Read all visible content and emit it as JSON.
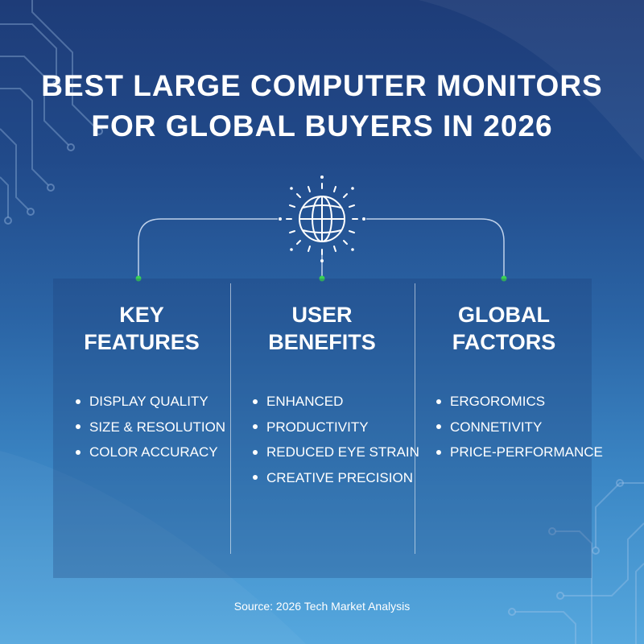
{
  "title": {
    "line1": "BEST LARGE COMPUTER MONITORS",
    "line2": "FOR GLOBAL BUYERS IN 2026"
  },
  "hub_icon": "globe-icon",
  "columns": [
    {
      "heading_line1": "KEY",
      "heading_line2": "FEATURES",
      "items": [
        "DISPLAY QUALITY",
        "SIZE & RESOLUTION",
        "COLOR ACCURACY"
      ]
    },
    {
      "heading_line1": "USER",
      "heading_line2": "BENEFITS",
      "items": [
        "ENHANCED",
        "PRODUCTIVITY",
        "REDUCED EYE STRAIN",
        "CREATIVE PRECISION"
      ]
    },
    {
      "heading_line1": "GLOBAL",
      "heading_line2": "FACTORS",
      "items": [
        "ERGOROMICS",
        "CONNETIVITY",
        "PRICE-PERFORMANCE"
      ]
    }
  ],
  "source": "Source: 2026 Tech Market Analysis",
  "colors": {
    "background_top": "#1e3c78",
    "background_bottom": "#56a8de",
    "connector_node": "#39d353",
    "text": "#ffffff"
  }
}
